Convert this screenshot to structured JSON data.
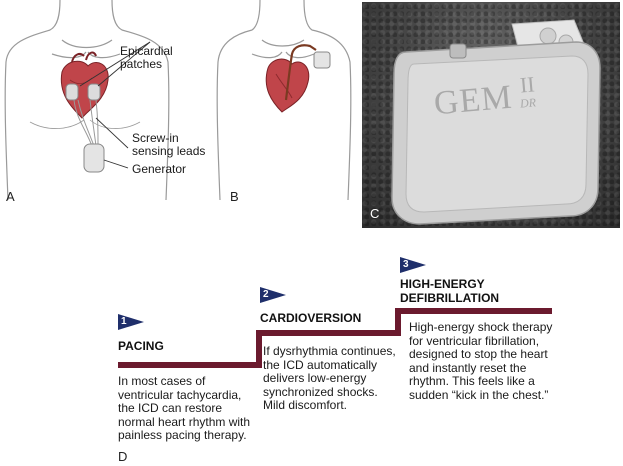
{
  "panels": {
    "a": {
      "letter": "A",
      "labels": {
        "epicardial_line1": "Epicardial",
        "epicardial_line2": "patches",
        "screw_line1": "Screw-in",
        "screw_line2": "sensing leads",
        "generator": "Generator"
      }
    },
    "b": {
      "letter": "B"
    },
    "c": {
      "letter": "C",
      "device_brand": "GEM",
      "device_roman": "II",
      "device_sub": "DR"
    },
    "d": {
      "letter": "D"
    }
  },
  "steps": [
    {
      "number": "1",
      "title": "PACING",
      "description": "In most cases of ventricular tachycardia, the ICD can restore normal heart rhythm with painless pacing therapy."
    },
    {
      "number": "2",
      "title": "CARDIOVERSION",
      "description": "If dysrhythmia continues, the ICD automatically delivers low-energy synchronized shocks. Mild discomfort."
    },
    {
      "number": "3",
      "title_line1": "HIGH-ENERGY",
      "title_line2": "DEFIBRILLATION",
      "description": "High-energy shock therapy for ventricular fibrillation, designed to stop the heart and instantly reset the rhythm. This feels like a sudden “kick in the chest.”"
    }
  ],
  "colors": {
    "staircase": "#6b1a2e",
    "badge": "#1f2f6b",
    "heart": "#c0454a",
    "skin_outline": "#9a9a9a"
  }
}
